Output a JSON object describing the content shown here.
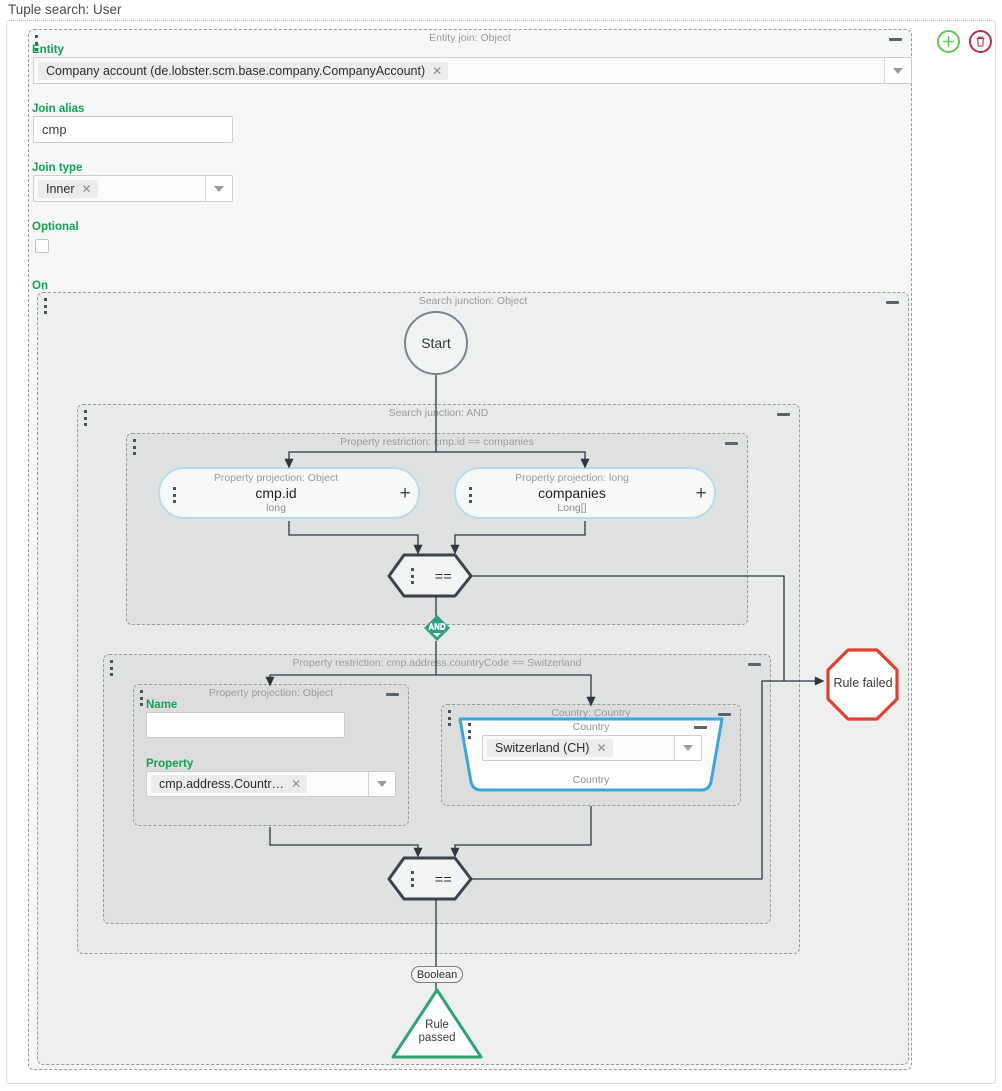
{
  "page": {
    "title": "Tuple search: User"
  },
  "toolbar": {
    "add_label": "+",
    "add_icon": "plus-circle-icon",
    "delete_icon": "trash-circle-icon"
  },
  "entity_join": {
    "box_label": "Entity join: Object",
    "fields": {
      "entity_label": "Entity",
      "entity_value": "Company account (de.lobster.scm.base.company.CompanyAccount)",
      "join_alias_label": "Join alias",
      "join_alias_value": "cmp",
      "join_type_label": "Join type",
      "join_type_value": "Inner",
      "optional_label": "Optional",
      "optional_checked": false,
      "on_label": "On"
    }
  },
  "search_junction_object": {
    "box_label": "Search junction: Object",
    "start_node": "Start"
  },
  "search_junction_and": {
    "box_label": "Search junction: AND"
  },
  "restriction_1": {
    "box_label": "Property restriction: cmp.id == companies",
    "left_projection": {
      "kind": "Property projection: Object",
      "name": "cmp.id",
      "type": "long"
    },
    "right_projection": {
      "kind": "Property projection: long",
      "name": "companies",
      "type": "Long[]"
    },
    "operator": "=="
  },
  "and_junction": {
    "label": "AND"
  },
  "restriction_2": {
    "box_label": "Property restriction: cmp.address.countryCode == Switzerland",
    "projection_panel": {
      "kind": "Property projection: Object",
      "name_label": "Name",
      "name_value": "",
      "property_label": "Property",
      "property_value": "cmp.address.Countr…"
    },
    "country_panel": {
      "box_label": "Country: Country",
      "node_label": "Country",
      "value": "Switzerland (CH)",
      "footer_label": "Country"
    },
    "operator": "=="
  },
  "outcomes": {
    "boolean_pill": "Boolean",
    "rule_passed_line1": "Rule",
    "rule_passed_line2": "passed",
    "rule_failed": "Rule failed"
  },
  "colors": {
    "accent_green": "#13a254",
    "pass_green": "#2ea373",
    "fail_red": "#e04030",
    "node_blue": "#b5dced",
    "country_blue": "#3aa6e0",
    "and_teal": "#27a180",
    "dark_line": "#2f3640"
  }
}
